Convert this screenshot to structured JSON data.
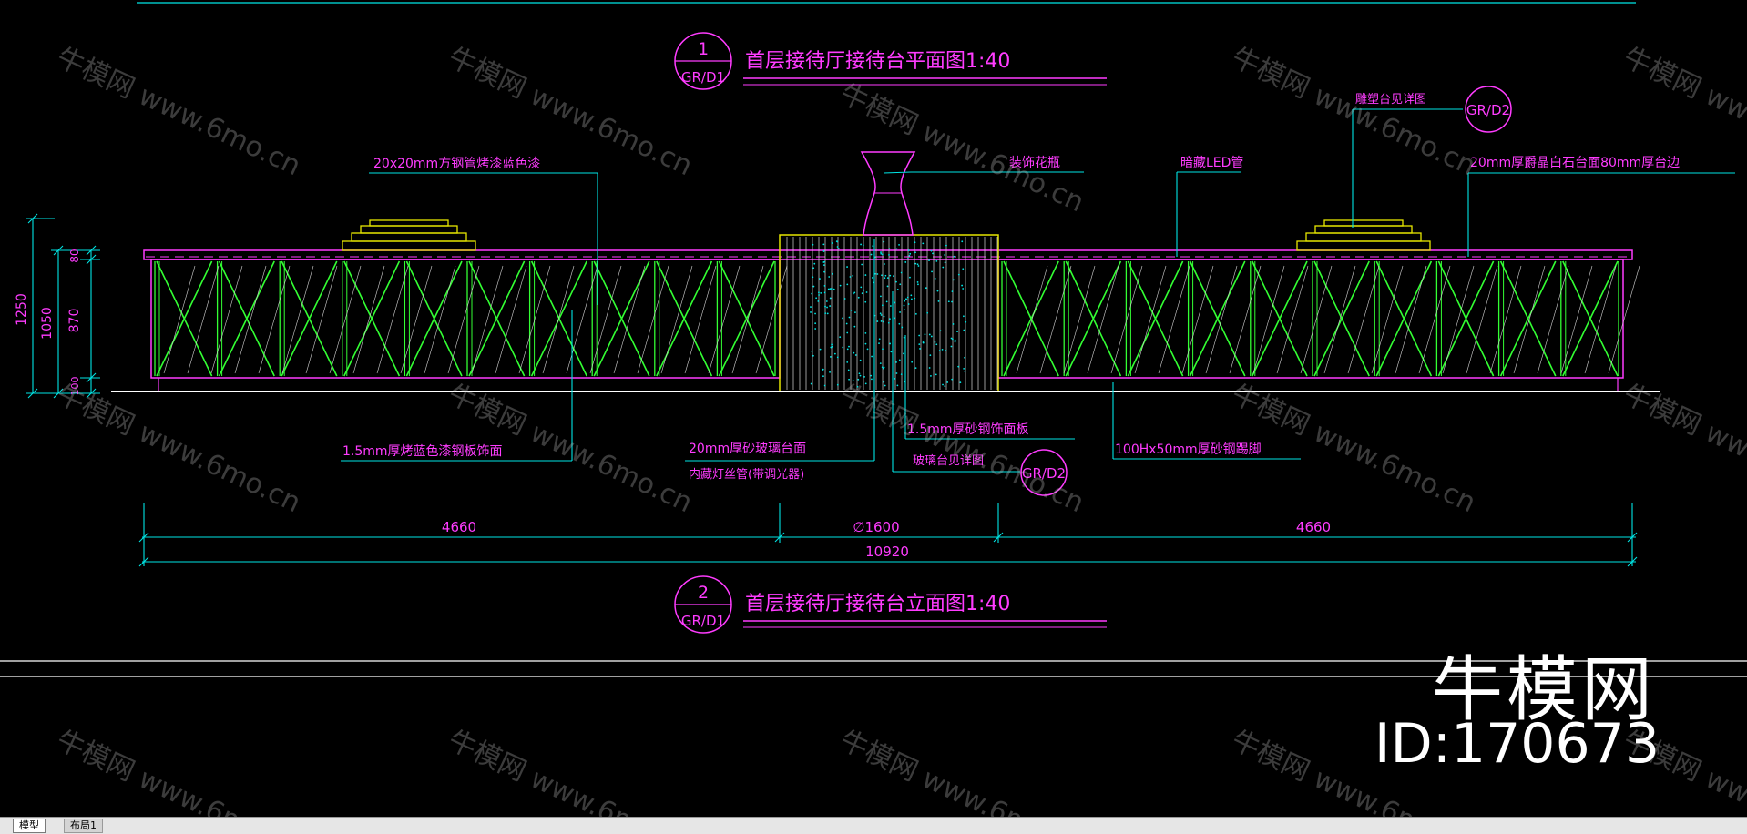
{
  "drawing": {
    "plan_title": "首层接待厅接待台平面图1:40",
    "elevation_title": "首层接待厅接待台立面图1:40",
    "callout1": {
      "number": "1",
      "sheet": "GR/D1"
    },
    "callout2": {
      "number": "2",
      "sheet": "GR/D1"
    },
    "callout_ref_top": "GR/D2",
    "callout_ref_bottom": "GR/D2",
    "notes": {
      "steel_tube": "20x20mm方钢管烤漆蓝色漆",
      "vase": "装饰花瓶",
      "led": "暗藏LED管",
      "sculpture_ref": "雕塑台见详图",
      "marble_top": "20mm厚爵晶白石台面80mm厚台边",
      "blue_steel": "1.5mm厚烤蓝色漆钢板饰面",
      "glass_top": "20mm厚砂玻璃台面",
      "lamp_tube": "内藏灯丝管(带调光器)",
      "sand_steel": "1.5mm厚砂钢饰面板",
      "pedestal_ref": "玻璃台见详图",
      "skirting": "100Hx50mm厚砂钢踢脚"
    },
    "dimensions": {
      "left_width": "4660",
      "center_width": "∅1600",
      "right_width": "4660",
      "total_width": "10920",
      "height_total": "1250",
      "height_body": "1050",
      "height_top": "80",
      "height_mid": "870",
      "height_base": "100"
    }
  },
  "watermark": {
    "brand": "牛模网",
    "url": "www.6mo.cn",
    "id": "ID:170673"
  },
  "layout_tabs": [
    {
      "label": "模型",
      "active": true
    },
    {
      "label": "布局1",
      "active": false
    }
  ],
  "colors": {
    "background": "#000000",
    "cyan": "#00e5e5",
    "magenta": "#ff3cff",
    "green": "#33ff33",
    "yellow": "#e6e600",
    "white": "#ffffff"
  }
}
